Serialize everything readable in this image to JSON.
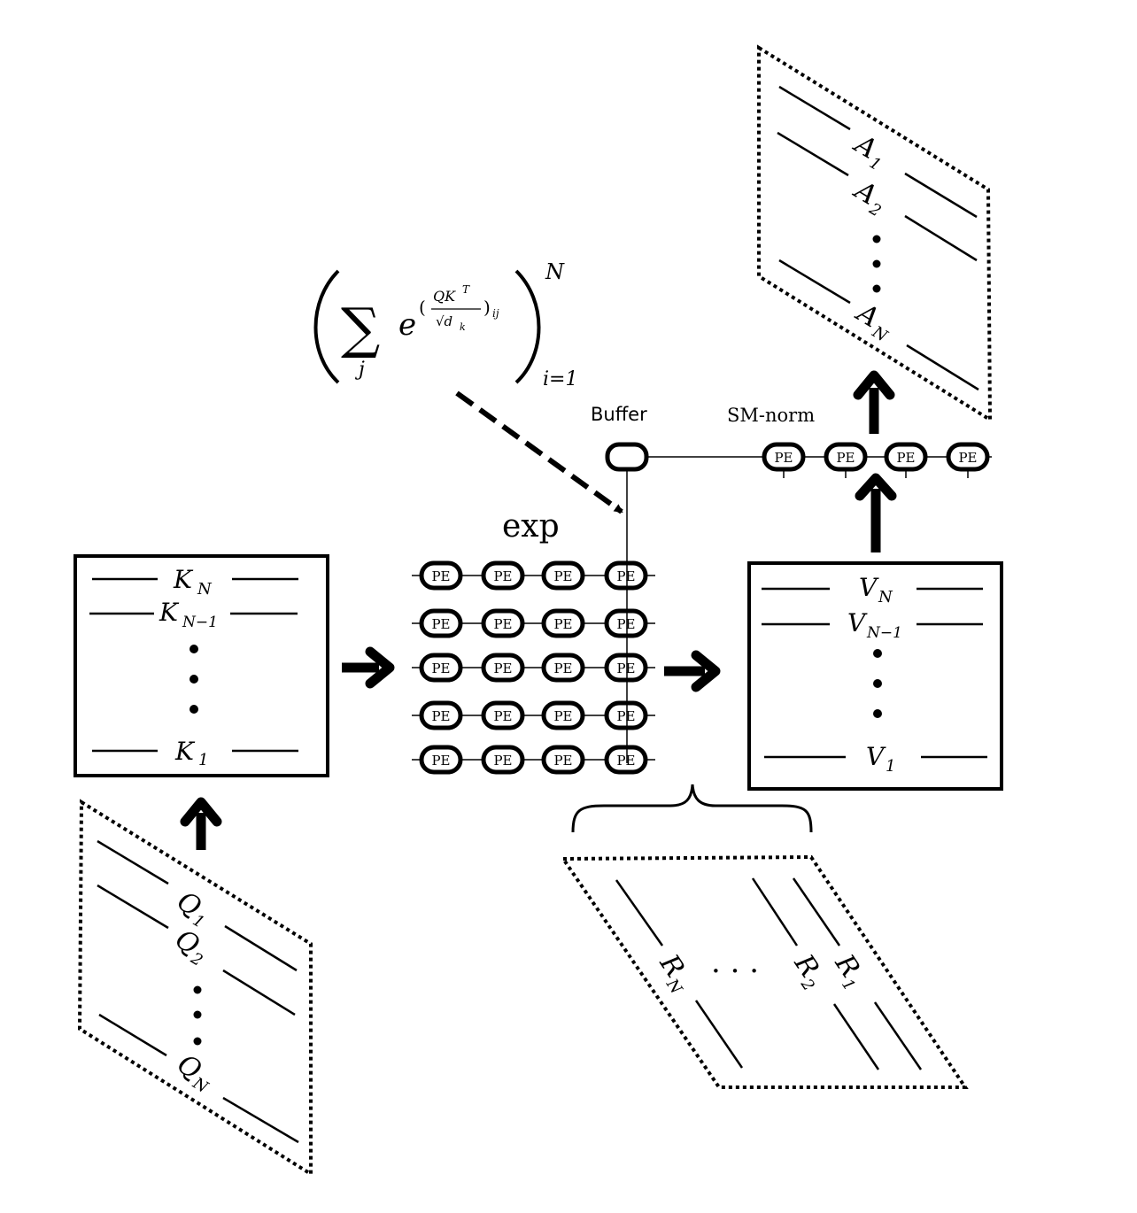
{
  "formula": {
    "sum_symbol": "∑",
    "sum_index": "j",
    "exp_base": "e",
    "exp_open": "(",
    "exp_num": "QK",
    "exp_num_sup": "T",
    "exp_den": "√d",
    "exp_den_sub": "k",
    "exp_close": ")",
    "exp_close_sub": "ij",
    "outer_sup": "N",
    "outer_sub": "i=1"
  },
  "labels": {
    "buffer": "Buffer",
    "sm_norm": "SM-norm",
    "exp": "exp",
    "pe": "PE"
  },
  "k_matrix": {
    "rows": [
      {
        "base": "K",
        "sub": "N"
      },
      {
        "base": "K",
        "sub": "N−1"
      },
      {
        "base": "K",
        "sub": "1"
      }
    ]
  },
  "v_matrix": {
    "rows": [
      {
        "base": "V",
        "sub": "N"
      },
      {
        "base": "V",
        "sub": "N−1"
      },
      {
        "base": "V",
        "sub": "1"
      }
    ]
  },
  "q_matrix": {
    "rows": [
      {
        "base": "Q",
        "sub": "1"
      },
      {
        "base": "Q",
        "sub": "2"
      },
      {
        "base": "Q",
        "sub": "N"
      }
    ]
  },
  "a_matrix": {
    "rows": [
      {
        "base": "A",
        "sub": "1"
      },
      {
        "base": "A",
        "sub": "2"
      },
      {
        "base": "A",
        "sub": "N"
      }
    ]
  },
  "r_matrix": {
    "cols": [
      {
        "base": "R",
        "sub": "N"
      },
      {
        "base": "R",
        "sub": "2"
      },
      {
        "base": "R",
        "sub": "1"
      }
    ],
    "ellipsis": "· · ·"
  },
  "pe_grid": {
    "rows": 5,
    "cols": 4
  },
  "sm_norm_row": {
    "count": 4
  }
}
